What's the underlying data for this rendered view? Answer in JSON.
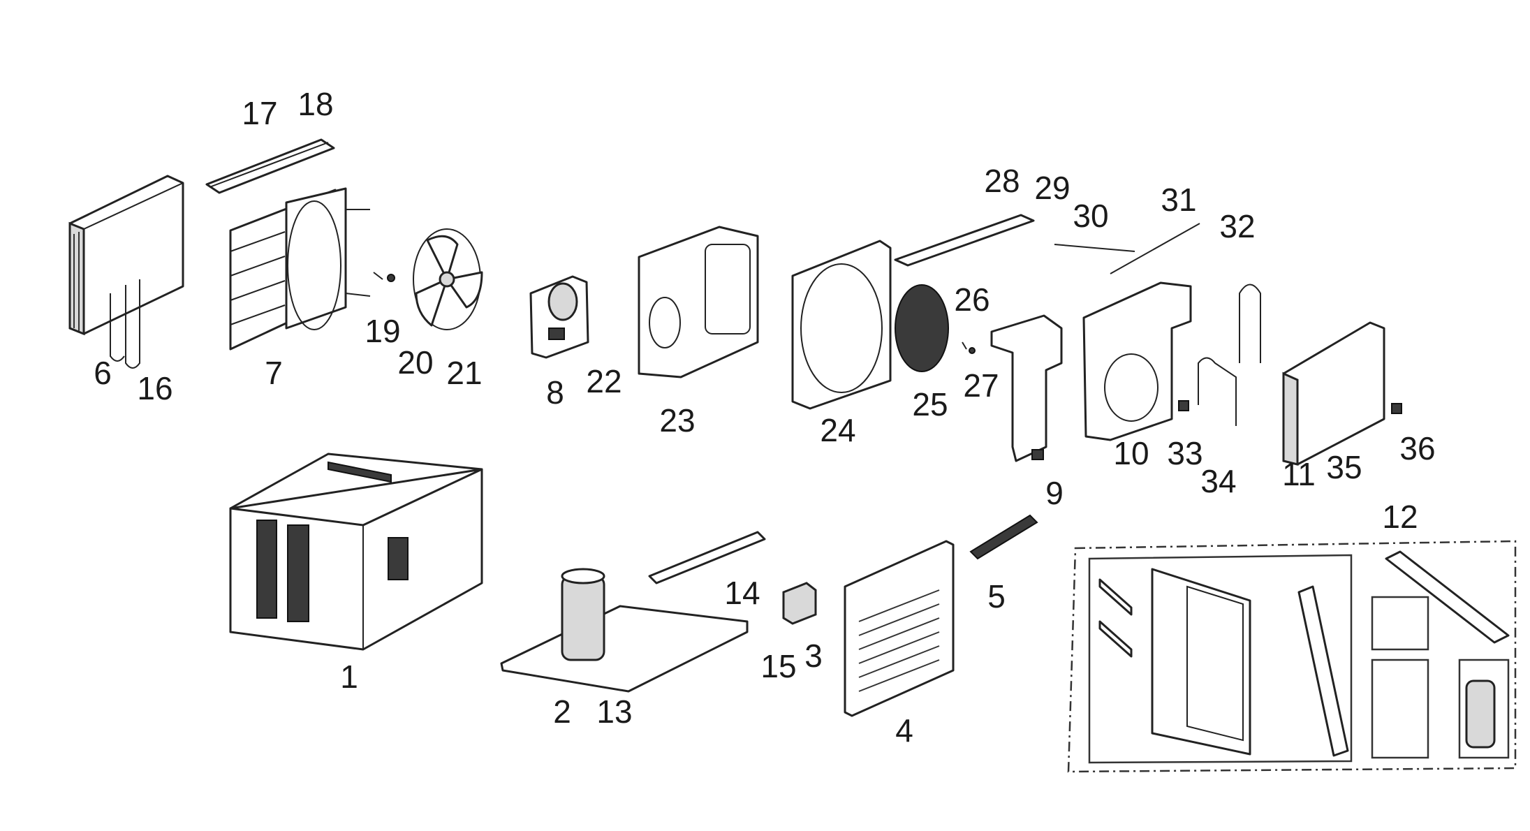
{
  "diagram": {
    "callouts": [
      {
        "id": "1",
        "label": "1"
      },
      {
        "id": "2",
        "label": "2"
      },
      {
        "id": "3",
        "label": "3"
      },
      {
        "id": "4",
        "label": "4"
      },
      {
        "id": "5",
        "label": "5"
      },
      {
        "id": "6",
        "label": "6"
      },
      {
        "id": "7",
        "label": "7"
      },
      {
        "id": "8",
        "label": "8"
      },
      {
        "id": "9",
        "label": "9"
      },
      {
        "id": "10",
        "label": "10"
      },
      {
        "id": "11",
        "label": "11"
      },
      {
        "id": "12",
        "label": "12"
      },
      {
        "id": "13",
        "label": "13"
      },
      {
        "id": "14",
        "label": "14"
      },
      {
        "id": "15",
        "label": "15"
      },
      {
        "id": "16",
        "label": "16"
      },
      {
        "id": "17",
        "label": "17"
      },
      {
        "id": "18",
        "label": "18"
      },
      {
        "id": "19",
        "label": "19"
      },
      {
        "id": "20",
        "label": "20"
      },
      {
        "id": "21",
        "label": "21"
      },
      {
        "id": "22",
        "label": "22"
      },
      {
        "id": "23",
        "label": "23"
      },
      {
        "id": "24",
        "label": "24"
      },
      {
        "id": "25",
        "label": "25"
      },
      {
        "id": "26",
        "label": "26"
      },
      {
        "id": "27",
        "label": "27"
      },
      {
        "id": "28",
        "label": "28"
      },
      {
        "id": "29",
        "label": "29"
      },
      {
        "id": "30",
        "label": "30"
      },
      {
        "id": "31",
        "label": "31"
      },
      {
        "id": "32",
        "label": "32"
      },
      {
        "id": "33",
        "label": "33"
      },
      {
        "id": "34",
        "label": "34"
      },
      {
        "id": "35",
        "label": "35"
      },
      {
        "id": "36",
        "label": "36"
      }
    ]
  }
}
